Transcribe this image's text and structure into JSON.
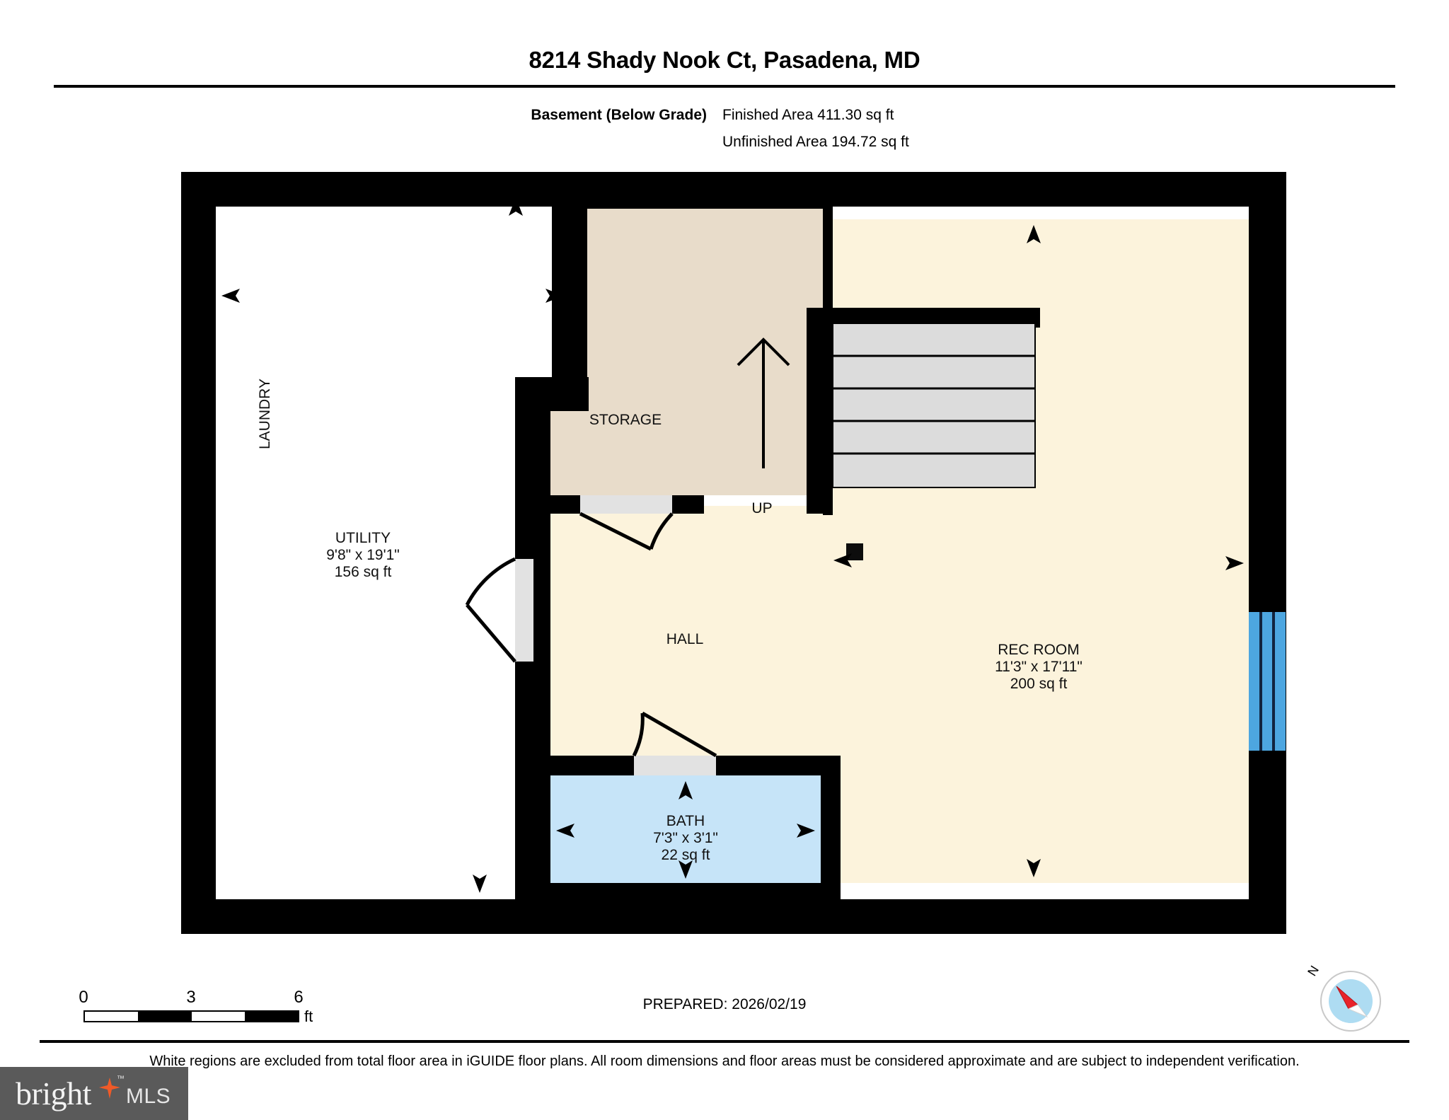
{
  "header": {
    "title": "8214 Shady Nook Ct, Pasadena, MD",
    "level_label": "Basement (Below Grade)",
    "finished_area": "Finished Area 411.30 sq ft",
    "unfinished_area": "Unfinished Area 194.72 sq ft"
  },
  "floorplan": {
    "rooms": [
      {
        "name": "LAUNDRY",
        "label": "LAUNDRY",
        "dimensions": "",
        "area": "",
        "fill": "#FFFFFF",
        "orientation": "vertical"
      },
      {
        "name": "UTILITY",
        "label": "UTILITY",
        "dimensions": "9'8\" x 19'1\"",
        "area": "156 sq ft",
        "fill": "#FFFFFF",
        "orientation": "horizontal"
      },
      {
        "name": "STORAGE",
        "label": "STORAGE",
        "dimensions": "",
        "area": "",
        "fill": "#E8DCCA",
        "orientation": "horizontal"
      },
      {
        "name": "HALL",
        "label": "HALL",
        "dimensions": "",
        "area": "",
        "fill": "#FCF3DC",
        "orientation": "horizontal"
      },
      {
        "name": "REC ROOM",
        "label": "REC ROOM",
        "dimensions": "11'3\" x 17'11\"",
        "area": "200 sq ft",
        "fill": "#FCF3DC",
        "orientation": "horizontal"
      },
      {
        "name": "BATH",
        "label": "BATH",
        "dimensions": "7'3\" x 3'1\"",
        "area": "22 sq ft",
        "fill": "#C6E4F8",
        "orientation": "horizontal"
      }
    ],
    "stairs": {
      "label": "UP",
      "tread_count": 5,
      "fill": "#DCDCDC"
    },
    "colors": {
      "wall": "#000000",
      "finished_fill": "#FCF3DC",
      "storage_fill": "#E8DCCA",
      "bath_fill": "#C6E4F8",
      "unfinished_fill": "#FFFFFF",
      "stair_fill": "#DCDCDC",
      "window_blue": "#4DA6E0",
      "door_gap": "#E2E2E2"
    }
  },
  "scalebar": {
    "ticks": [
      "0",
      "3",
      "6"
    ],
    "unit": "ft",
    "segments": [
      "light",
      "dark",
      "light",
      "dark"
    ]
  },
  "prepared": "PREPARED: 2026/02/19",
  "compass": {
    "north_label": "N",
    "needle_color": "#E8232A",
    "dial_color": "#AEDCF2"
  },
  "footer": {
    "disclaimer": "White regions are excluded from total floor area in iGUIDE floor plans. All room dimensions and floor areas must be considered approximate and are subject to independent verification.",
    "logo_brand": "bright",
    "logo_suffix": "MLS",
    "logo_tm": "™",
    "logo_bg": "#5a5a5a",
    "logo_star_color": "#F05A28"
  }
}
